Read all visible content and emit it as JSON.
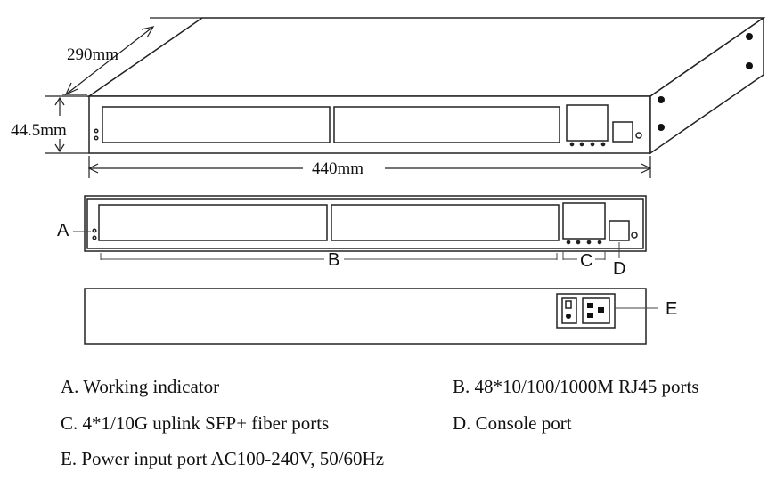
{
  "dimensions": {
    "depth": "290mm",
    "height": "44.5mm",
    "width": "440mm"
  },
  "callouts": {
    "a": "A",
    "b": "B",
    "c": "C",
    "d": "D",
    "e": "E"
  },
  "legend": [
    "A. Working indicator",
    "B. 48*10/100/1000M RJ45 ports",
    "C. 4*1/10G uplink SFP+ fiber ports",
    "D. Console port",
    "E. Power input port AC100-240V, 50/60Hz"
  ]
}
